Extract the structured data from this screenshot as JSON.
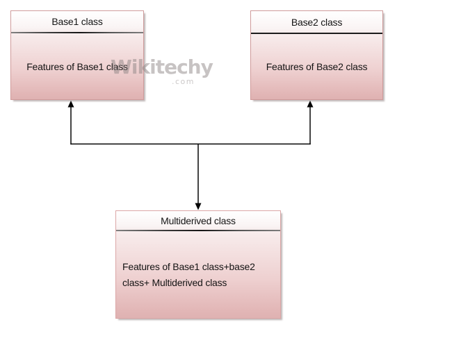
{
  "watermark": {
    "brand": "Wikitechy",
    "domain": ".com"
  },
  "diagram": {
    "type": "multiple-inheritance-class-diagram",
    "boxes": [
      {
        "id": "base1",
        "title": "Base1 class",
        "body": "Features of Base1 class"
      },
      {
        "id": "base2",
        "title": "Base2 class",
        "body": "Features of Base2 class"
      },
      {
        "id": "multiderived",
        "title": "Multiderived class",
        "body_lines": [
          "Features of Base1 class+base2",
          "class+ Multiderived class"
        ]
      }
    ],
    "connections": [
      {
        "shape": "t-junction-connector",
        "arrow_to": "base1",
        "direction": "up"
      },
      {
        "shape": "t-junction-connector",
        "arrow_to": "base2",
        "direction": "up"
      },
      {
        "shape": "t-junction-connector",
        "arrow_to": "multiderived",
        "direction": "down"
      }
    ],
    "colors": {
      "box_fill_top": "#f8eded",
      "box_fill_bottom": "#dfb2b2",
      "box_border": "#d09c9c",
      "header_fill": "#ffffff",
      "divider": "#1c1c1c",
      "arrow": "#050505",
      "watermark": "#a59d9d"
    }
  }
}
